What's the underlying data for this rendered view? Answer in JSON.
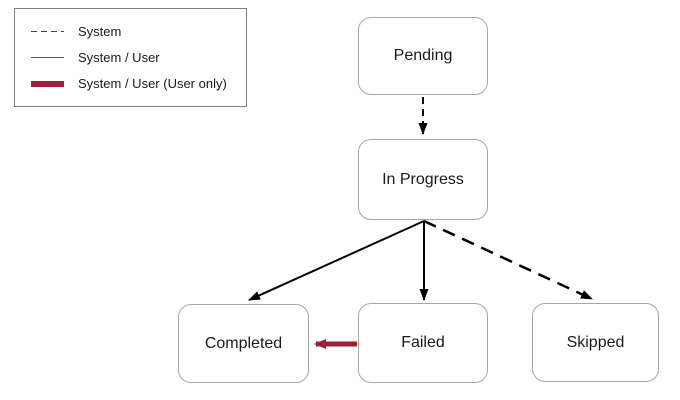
{
  "diagram": {
    "nodes": {
      "pending": {
        "label": "Pending"
      },
      "in_progress": {
        "label": "In Progress"
      },
      "completed": {
        "label": "Completed"
      },
      "failed": {
        "label": "Failed"
      },
      "skipped": {
        "label": "Skipped"
      }
    },
    "edges": [
      {
        "from": "Pending",
        "to": "In Progress",
        "style": "dashed"
      },
      {
        "from": "In Progress",
        "to": "Completed",
        "style": "solid"
      },
      {
        "from": "In Progress",
        "to": "Failed",
        "style": "solid"
      },
      {
        "from": "In Progress",
        "to": "Skipped",
        "style": "dashed"
      },
      {
        "from": "Failed",
        "to": "Completed",
        "style": "thick-red"
      }
    ]
  },
  "legend": {
    "items": [
      {
        "swatch": "dashed-line",
        "label": "System"
      },
      {
        "swatch": "solid-line",
        "label": "System / User"
      },
      {
        "swatch": "thick-red-line",
        "label": "System / User (User only)"
      }
    ]
  },
  "colors": {
    "accent_red": "#9C2139",
    "box_border": "#A6A6A6",
    "arrow_black": "#000000"
  }
}
